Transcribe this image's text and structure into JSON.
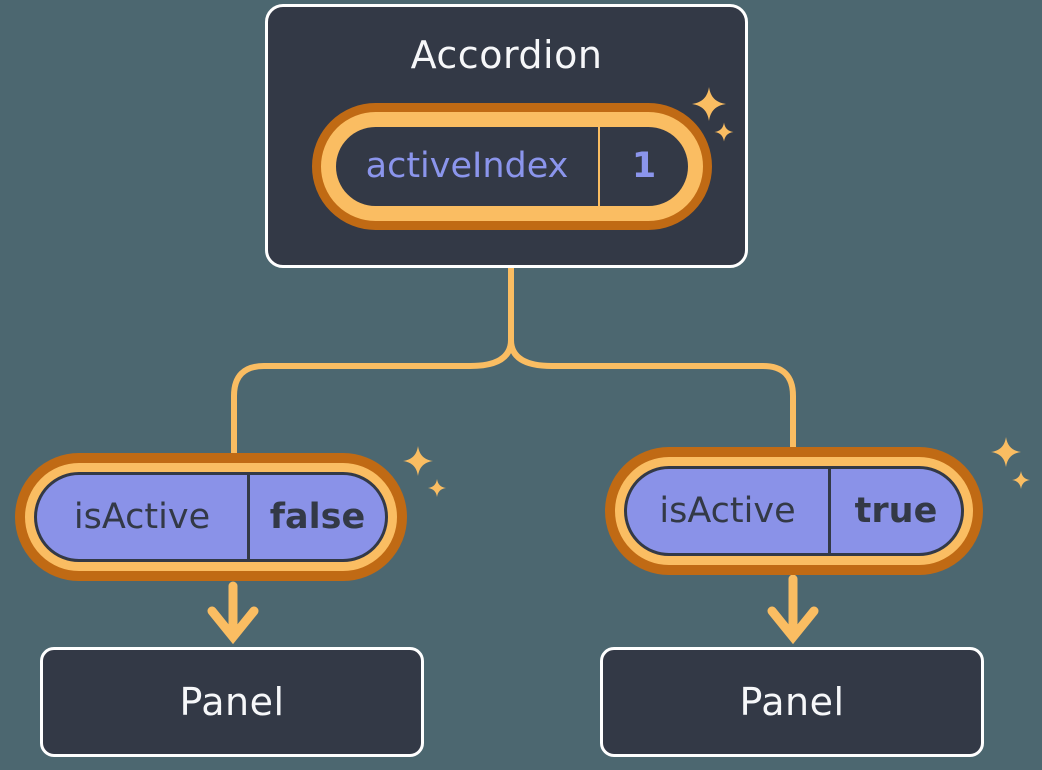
{
  "colors": {
    "background": "#4c6770",
    "box_fill": "#333946",
    "box_border": "#ffffff",
    "text_light": "#f6f7f9",
    "text_dark": "#333946",
    "purple_fill": "#8a92e8",
    "purple_text": "#8b95ec",
    "orange_dark": "#c06a14",
    "orange_light": "#fabd62"
  },
  "icons": {
    "sparkle": "four-point-star",
    "arrow": "down-arrow"
  },
  "diagram": {
    "root": {
      "label": "Accordion",
      "state_name": "activeIndex",
      "state_value": "1"
    },
    "left_branch": {
      "prop_name": "isActive",
      "prop_value": "false",
      "child_label": "Panel"
    },
    "right_branch": {
      "prop_name": "isActive",
      "prop_value": "true",
      "child_label": "Panel"
    }
  }
}
